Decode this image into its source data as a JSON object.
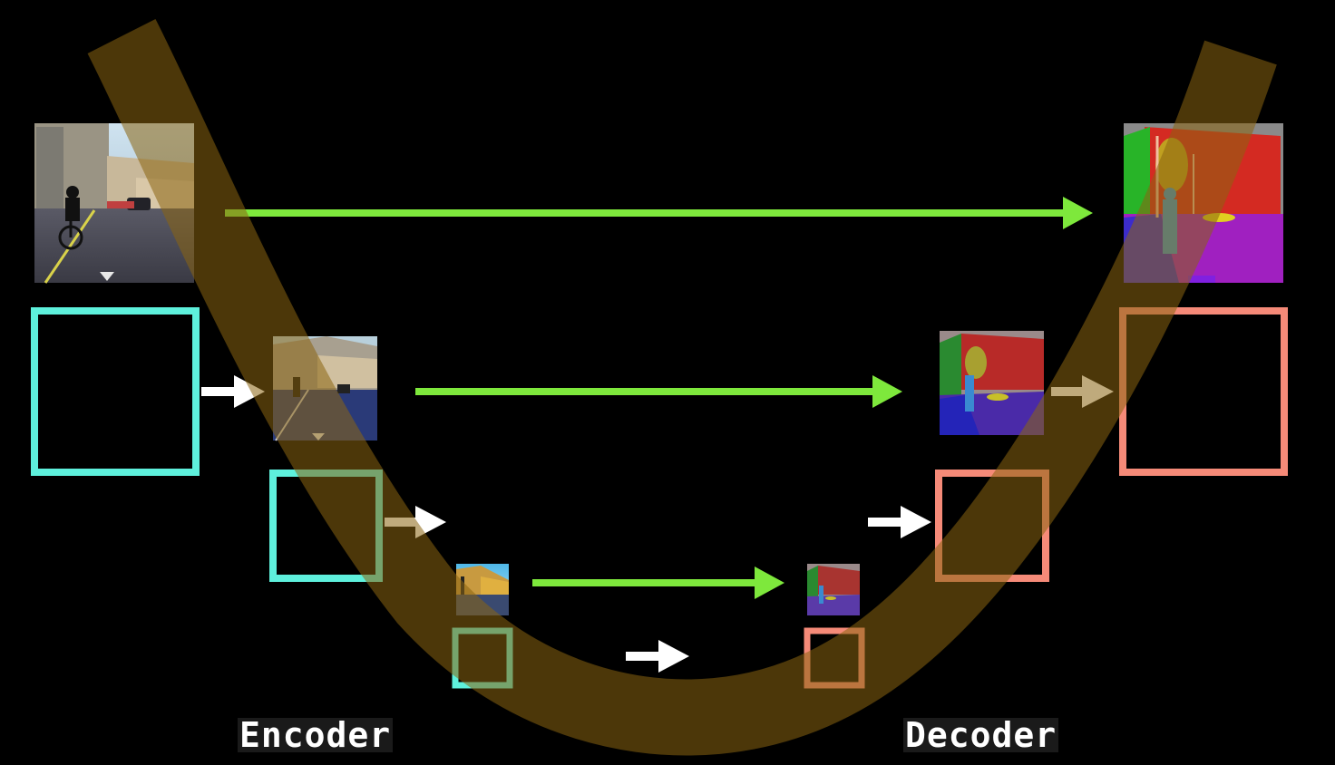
{
  "labels": {
    "encoder": "Encoder",
    "decoder": "Decoder"
  },
  "colors": {
    "background": "#000000",
    "u_band": "#8a6410",
    "encoder_box": "#5ef0dc",
    "decoder_box": "#f58a78",
    "skip_arrow": "#7ee83c",
    "step_arrow": "#ffffff"
  },
  "icons": {
    "input_image": "street-photo",
    "output_image": "segmentation-map"
  }
}
